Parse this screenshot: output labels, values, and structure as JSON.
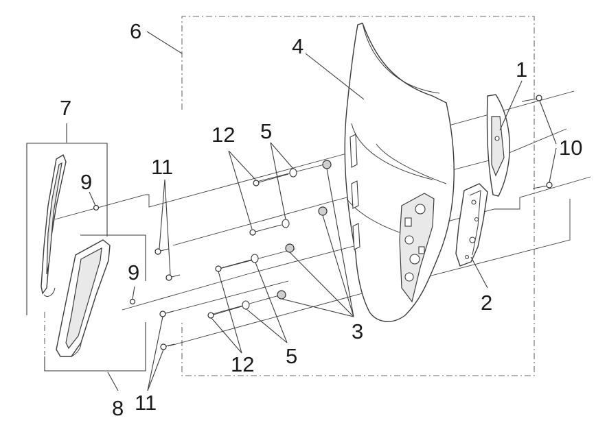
{
  "callouts": {
    "p1": "1",
    "p2": "2",
    "p3": "3",
    "p4": "4",
    "p5_top": "5",
    "p5_bottom": "5",
    "p6": "6",
    "p7": "7",
    "p8": "8",
    "p9_upper": "9",
    "p9_lower": "9",
    "p10": "10",
    "p11_upper": "11",
    "p11_lower": "11",
    "p12_upper": "12",
    "p12_lower": "12"
  }
}
